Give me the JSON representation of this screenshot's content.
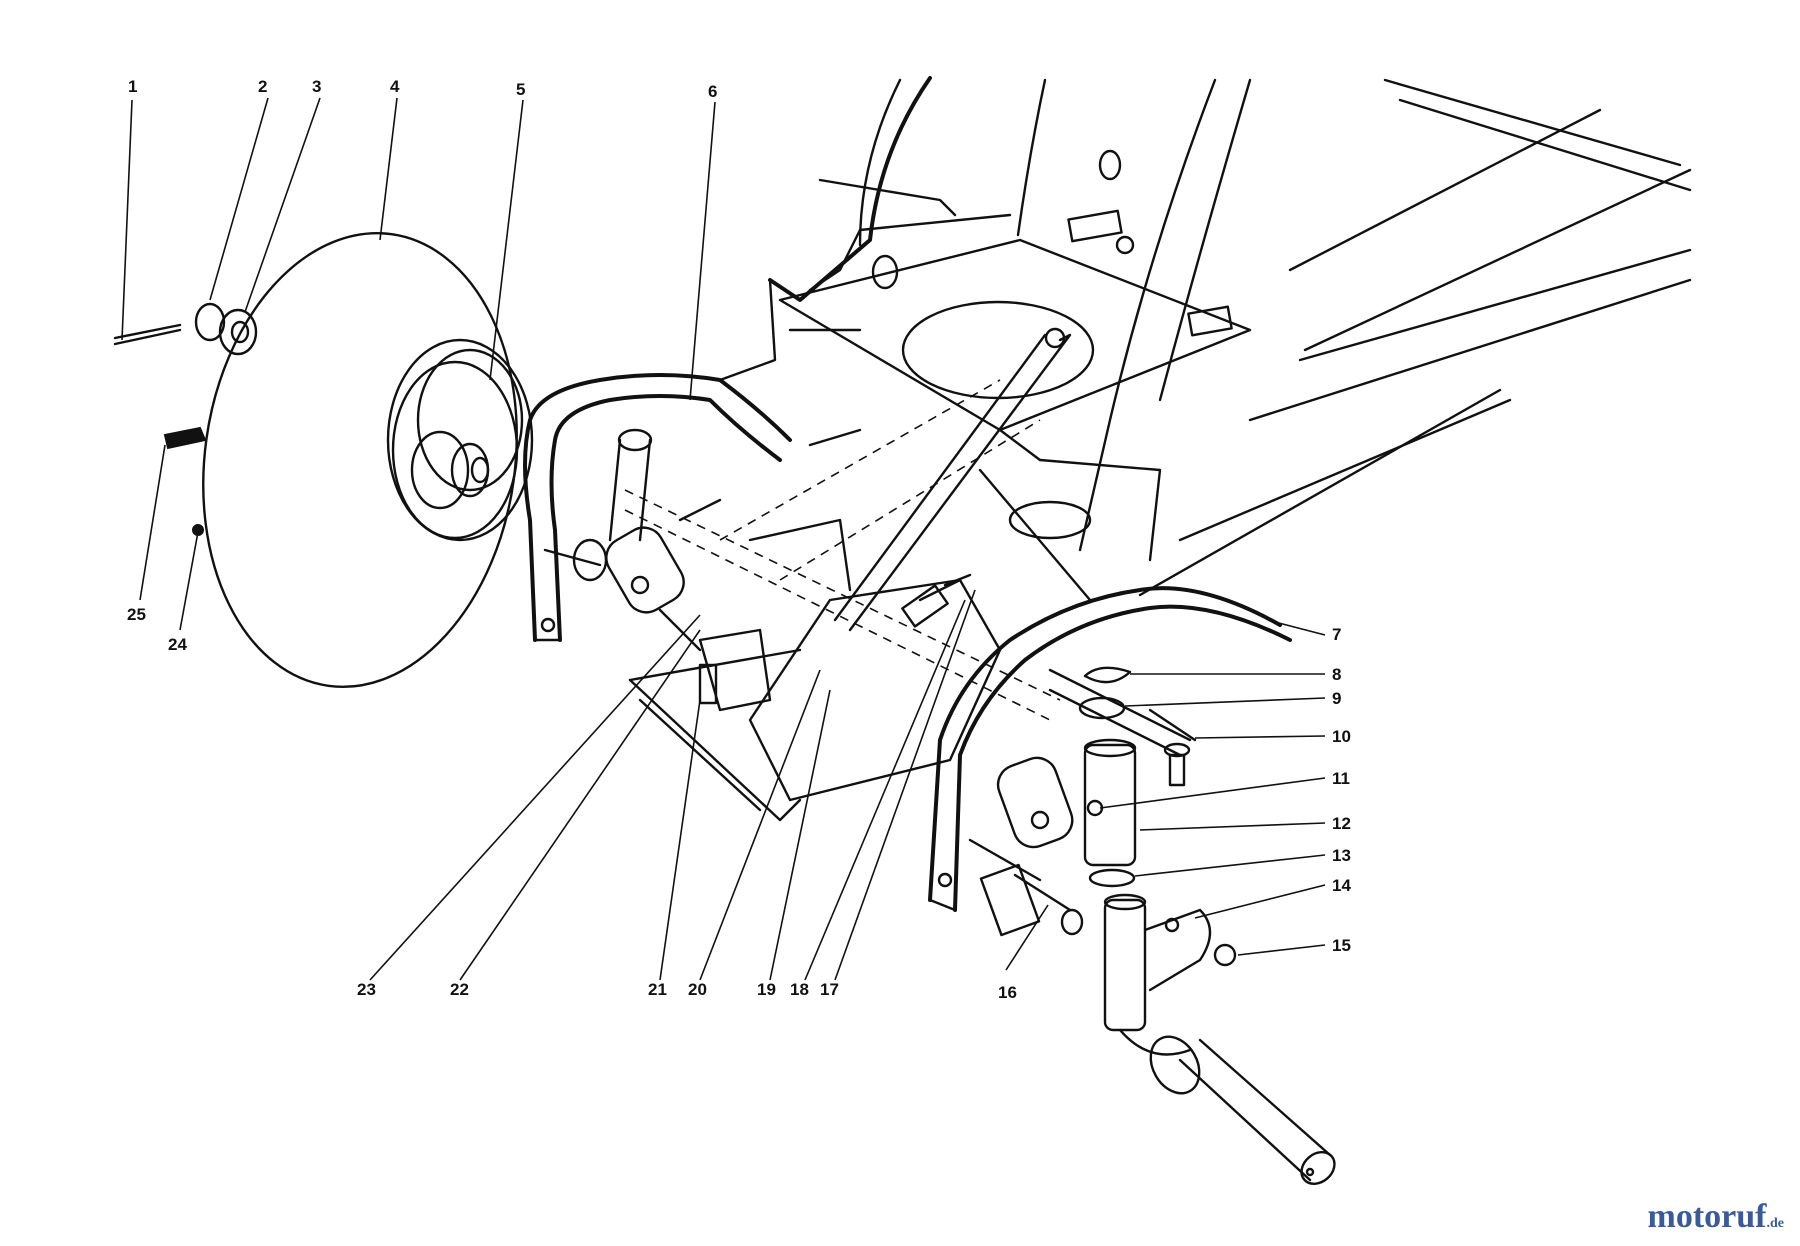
{
  "watermark": {
    "text": "motoruf",
    "suffix": ".de",
    "color": "#3a5a9a"
  },
  "callouts": [
    {
      "id": "1"
    },
    {
      "id": "2"
    },
    {
      "id": "3"
    },
    {
      "id": "4"
    },
    {
      "id": "5"
    },
    {
      "id": "6"
    },
    {
      "id": "7"
    },
    {
      "id": "8"
    },
    {
      "id": "9"
    },
    {
      "id": "10"
    },
    {
      "id": "11"
    },
    {
      "id": "12"
    },
    {
      "id": "13"
    },
    {
      "id": "14"
    },
    {
      "id": "15"
    },
    {
      "id": "16"
    },
    {
      "id": "17"
    },
    {
      "id": "18"
    },
    {
      "id": "19"
    },
    {
      "id": "20"
    },
    {
      "id": "21"
    },
    {
      "id": "22"
    },
    {
      "id": "23"
    },
    {
      "id": "24"
    },
    {
      "id": "25"
    }
  ]
}
